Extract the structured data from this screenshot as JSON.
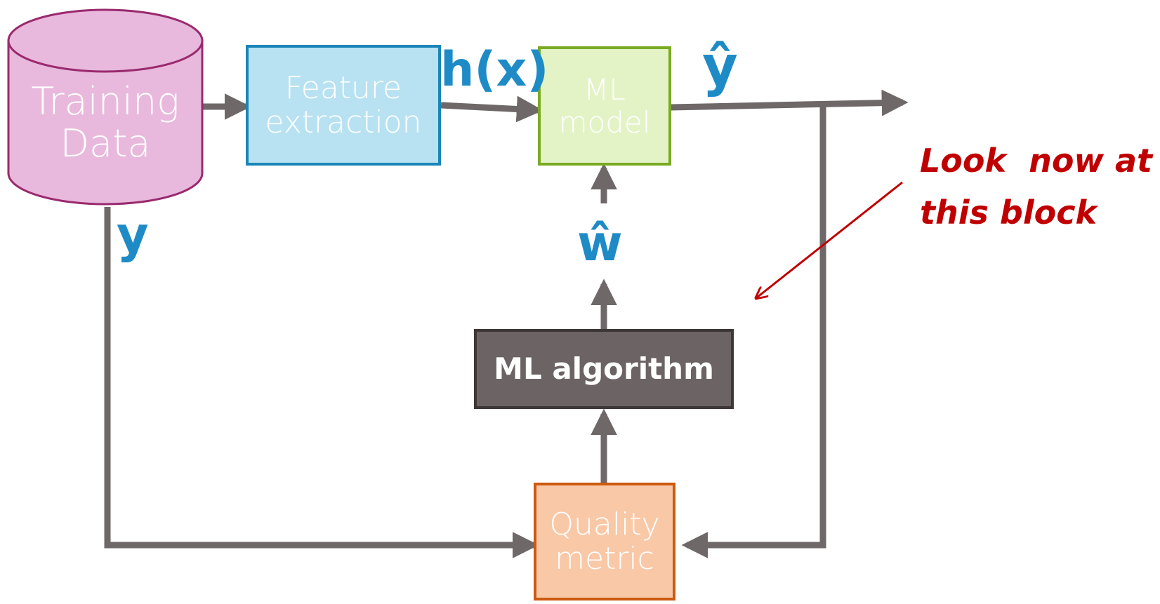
{
  "nodes": {
    "training_data": {
      "line1": "Training",
      "line2": "Data",
      "fill": "#e8b9dc",
      "stroke": "#9a2a6e"
    },
    "feature_extraction": {
      "line1": "Feature",
      "line2": "extraction",
      "fill": "#b8e2f2",
      "stroke": "#1a86b8"
    },
    "ml_model": {
      "line1": "ML",
      "line2": "model",
      "fill": "#e4f3c6",
      "stroke": "#7aaa22"
    },
    "ml_algorithm": {
      "label": "ML algorithm",
      "fill": "#6b6364",
      "stroke": "#3d3738"
    },
    "quality_metric": {
      "line1": "Quality",
      "line2": "metric",
      "fill": "#f9c8a6",
      "stroke": "#cc5a10"
    }
  },
  "math_labels": {
    "features": "h(x)",
    "prediction": "ŷ",
    "weights": "ŵ",
    "target": "y"
  },
  "annotation": {
    "line1": "Look  now at",
    "line2": "this block",
    "color": "#c00000"
  },
  "colors": {
    "connector": "#6e6869",
    "math_text": "#1f8bc6"
  }
}
